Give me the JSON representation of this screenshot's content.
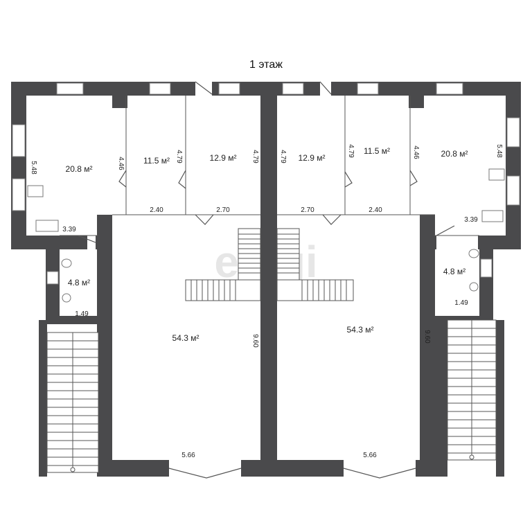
{
  "title": "1 этаж",
  "watermark": "etagi",
  "rooms": {
    "left_large": "20.8 м²",
    "left_mid": "11.5 м²",
    "left_center": "12.9 м²",
    "right_center": "12.9 м²",
    "right_mid": "11.5 м²",
    "right_large": "20.8 м²",
    "left_bath": "4.8 м²",
    "right_bath": "4.8 м²",
    "left_hall": "54.3 м²",
    "right_hall": "54.3 м²"
  },
  "dimensions": {
    "l_548": "5.48",
    "l_446": "4.46",
    "l_479a": "4.79",
    "l_479b": "4.79",
    "r_479a": "4.79",
    "r_479b": "4.79",
    "r_446": "4.46",
    "r_548": "5.48",
    "l_240": "2.40",
    "l_270": "2.70",
    "r_270": "2.70",
    "r_240": "2.40",
    "l_339": "3.39",
    "r_339": "3.39",
    "l_149": "1.49",
    "r_149": "1.49",
    "l_960": "9.60",
    "r_960": "9.60",
    "l_566": "5.66",
    "r_566": "5.66"
  },
  "colors": {
    "wall": "#4a4a4c",
    "background": "#ffffff"
  }
}
